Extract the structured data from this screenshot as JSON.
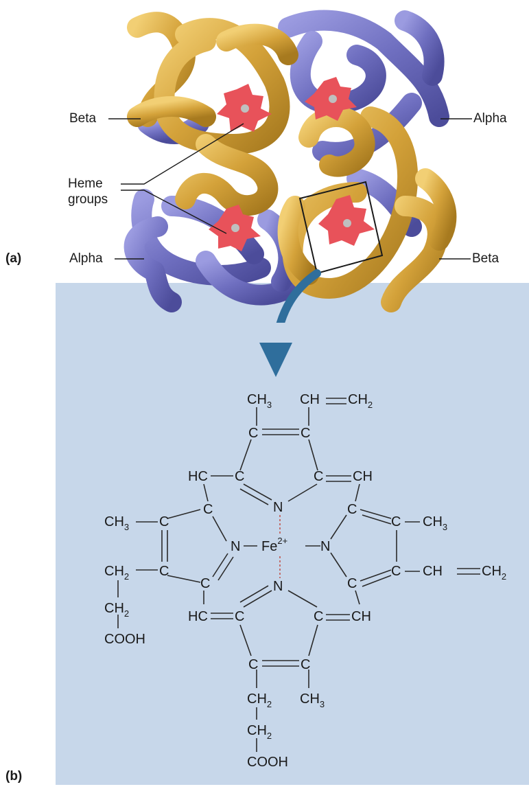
{
  "panel_a": {
    "letter": "(a)",
    "labels": {
      "beta_left": "Beta",
      "alpha_right": "Alpha",
      "heme_line1": "Heme",
      "heme_line2": "groups",
      "alpha_left": "Alpha",
      "beta_right": "Beta"
    }
  },
  "panel_b": {
    "letter": "(b)",
    "atoms": {
      "ch3_top": "CH",
      "ch3_top_sub": "3",
      "vinyl_top": "CH",
      "vinyl_top_ch2": "CH",
      "vinyl_top_ch2_sub": "2",
      "c_top_l": "C",
      "c_top_r": "C",
      "hc_upper": "HC",
      "c_upper_l": "C",
      "c_upper_r": "C",
      "ch_upper": "CH",
      "n_top": "N",
      "ch3_left": "CH",
      "ch3_left_sub": "3",
      "c_left_1": "C",
      "c_left_2": "C",
      "c_left_a": "C",
      "c_left_b": "C",
      "n_left": "N",
      "fe": "Fe",
      "fe_charge": "2+",
      "n_right": "N",
      "c_right_a": "C",
      "c_right_b": "C",
      "c_right_1": "C",
      "c_right_2": "C",
      "ch3_right": "CH",
      "ch3_right_sub": "3",
      "vinyl_right": "CH",
      "vinyl_right_ch2": "CH",
      "vinyl_right_ch2_sub": "2",
      "ch2_left_1": "CH",
      "ch2_left_1_sub": "2",
      "ch2_left_2": "CH",
      "ch2_left_2_sub": "2",
      "cooh_left": "COOH",
      "n_bottom": "N",
      "hc_lower": "HC",
      "c_lower_l": "C",
      "c_lower_r": "C",
      "ch_lower": "CH",
      "c_bot_l": "C",
      "c_bot_r": "C",
      "ch2_bot_1": "CH",
      "ch2_bot_1_sub": "2",
      "ch3_bot": "CH",
      "ch3_bot_sub": "3",
      "ch2_bot_2": "CH",
      "ch2_bot_2_sub": "2",
      "cooh_bot": "COOH"
    }
  },
  "colors": {
    "beta_chain": "#d4a23a",
    "alpha_chain": "#6f6fc0",
    "heme": "#e8525a",
    "panel_b_background": "#c7d7ea",
    "arrow": "#2f6e9c"
  }
}
